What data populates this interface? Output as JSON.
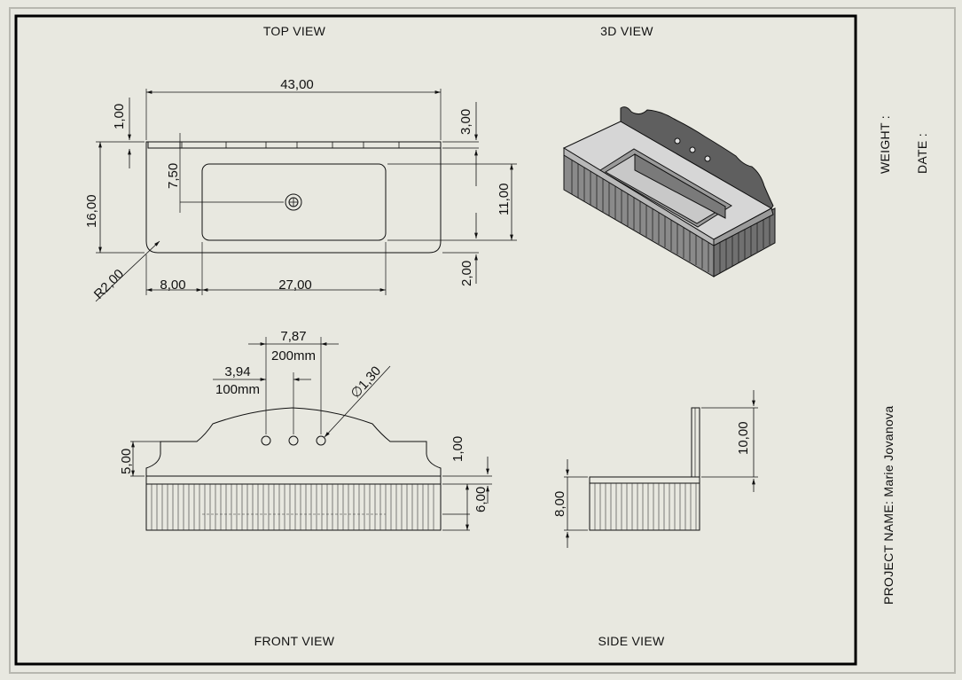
{
  "views": {
    "top": "TOP VIEW",
    "iso": "3D VIEW",
    "front": "FRONT VIEW",
    "side": "SIDE VIEW"
  },
  "title_block": {
    "weight": "WEIGHT :",
    "date": "DATE :",
    "project": "PROJECT NAME: Marie Jovanova"
  },
  "dimensions": {
    "top": {
      "overall_width": "43,00",
      "backsplash_thickness": "1,00",
      "backsplash_depth": "3,00",
      "depth": "16,00",
      "drain_offset": "7,50",
      "basin_depth": "11,00",
      "front_margin": "2,00",
      "corner_radius": "R2,00",
      "left_offset": "8,00",
      "basin_width": "27,00"
    },
    "front": {
      "hole_spacing_large": "7,87",
      "hole_spacing_large_mm": "200mm",
      "hole_spacing_small": "3,94",
      "hole_spacing_small_mm": "100mm",
      "hole_diameter": "1,30",
      "backsplash_height": "5,00",
      "top_thickness": "1,00",
      "cabinet_height": "6,00"
    },
    "side": {
      "height": "8,00",
      "backsplash_height": "10,00"
    }
  },
  "colors": {
    "paper": "#e8e8e0",
    "line": "#111111",
    "iso_top": "#d4d4d4",
    "iso_side": "#7a7a7a"
  }
}
